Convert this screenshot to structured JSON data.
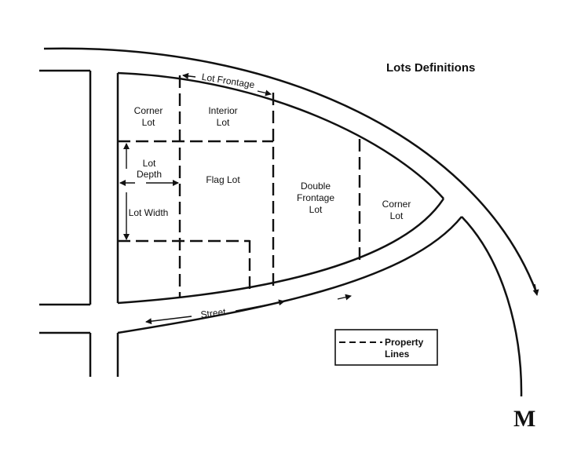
{
  "title": "Lots Definitions",
  "labels": {
    "corner_lot_left_1": "Corner",
    "corner_lot_left_2": "Lot",
    "interior_lot_1": "Interior",
    "interior_lot_2": "Lot",
    "lot_depth_1": "Lot",
    "lot_depth_2": "Depth",
    "lot_width": "Lot Width",
    "flag_lot": "Flag Lot",
    "double_frontage_1": "Double",
    "double_frontage_2": "Frontage",
    "double_frontage_3": "Lot",
    "corner_lot_right_1": "Corner",
    "corner_lot_right_2": "Lot",
    "lot_frontage": "Lot Frontage",
    "street": "Street"
  },
  "legend": {
    "line1": "Property",
    "line2": "Lines"
  },
  "corner_mark": "M"
}
